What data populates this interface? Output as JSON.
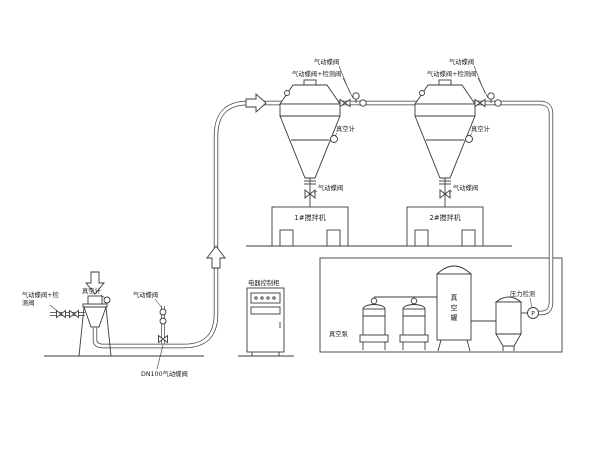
{
  "colors": {
    "line": "#3a3a3a",
    "background": "#ffffff"
  },
  "left_station": {
    "inlet_valve_line1": "气动蝶阀+检",
    "inlet_valve_line2": "测阀",
    "vacuum_gauge": "真空计",
    "valve": "气动蝶阀",
    "dn100_valve": "DN100气动蝶阀"
  },
  "receiver1": {
    "top_valve": "气动蝶阀",
    "top_valve_check": "气动蝶阀+检测阀",
    "vacuum_gauge": "真空计",
    "discharge_valve": "气动蝶阀",
    "machine": "1#搅拌机"
  },
  "receiver2": {
    "top_valve": "气动蝶阀",
    "top_valve_check": "气动蝶阀+检测阀",
    "vacuum_gauge": "真空计",
    "discharge_valve": "气动蝶阀",
    "machine": "2#搅拌机"
  },
  "control_cabinet": {
    "label": "电器控制柜"
  },
  "vacuum_unit": {
    "pump": "真空泵",
    "tank_char1": "真",
    "tank_char2": "空",
    "tank_char3": "罐",
    "pressure": "压力检测",
    "gauge": "P"
  }
}
